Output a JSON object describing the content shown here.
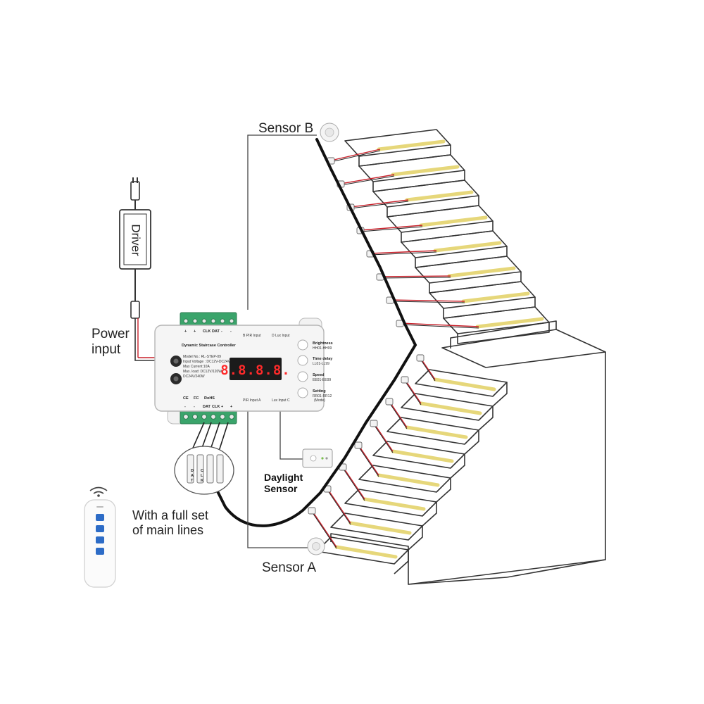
{
  "labels": {
    "sensor_b": "Sensor B",
    "sensor_a": "Sensor A",
    "driver": "Driver",
    "power_input_line1": "Power",
    "power_input_line2": "input",
    "daylight_line1": "Daylight",
    "daylight_line2": "Sensor",
    "main_lines_line1": "With a full set",
    "main_lines_line2": "of main lines"
  },
  "controller": {
    "title": "Dynamic Staircase Controller",
    "display": "8.8.8.8.",
    "model_lines": [
      "Model No.: RL-STEP-09",
      "Input Voltage : DC12V-DC24V",
      "Max Current:10A",
      "Max. load: DC12V/120W",
      "DC24V/240W"
    ],
    "top_terminal_labels": [
      "+",
      "+",
      "CLK",
      "DAT",
      "-",
      "-"
    ],
    "bottom_terminal_labels": [
      "-",
      "-",
      "DAT",
      "CLK",
      "+",
      "+"
    ],
    "pir_top": [
      "B",
      "PIR",
      "Input"
    ],
    "lux_top": [
      "D",
      "Lux Input"
    ],
    "pir_bottom": [
      "PIR",
      "Input",
      "A"
    ],
    "lux_bottom": [
      "Lux Input",
      "C"
    ],
    "buttons": [
      {
        "name": "Brightness",
        "code": "HH01-HH99"
      },
      {
        "name": "Time delay",
        "code": "LL01-LL99"
      },
      {
        "name": "Speed",
        "code": "EE01-EE99"
      },
      {
        "name": "Setting",
        "code": "RR01-RR12",
        "extra": "(Mode)"
      }
    ],
    "cert": [
      "CE",
      "FC",
      "RoHS"
    ]
  },
  "wire_plug_labels": [
    "D",
    "A",
    "T",
    "C",
    "L",
    "K"
  ],
  "stairs": {
    "upper_steps": 8,
    "lower_steps": 8
  },
  "colors": {
    "led": "#e6d77a",
    "wire_red": "#c8202a",
    "terminal": "#3aa46b",
    "display_bg": "#1b1b1b",
    "display_digits": "#ff2a2a",
    "remote_button": "#2d6cc7"
  }
}
